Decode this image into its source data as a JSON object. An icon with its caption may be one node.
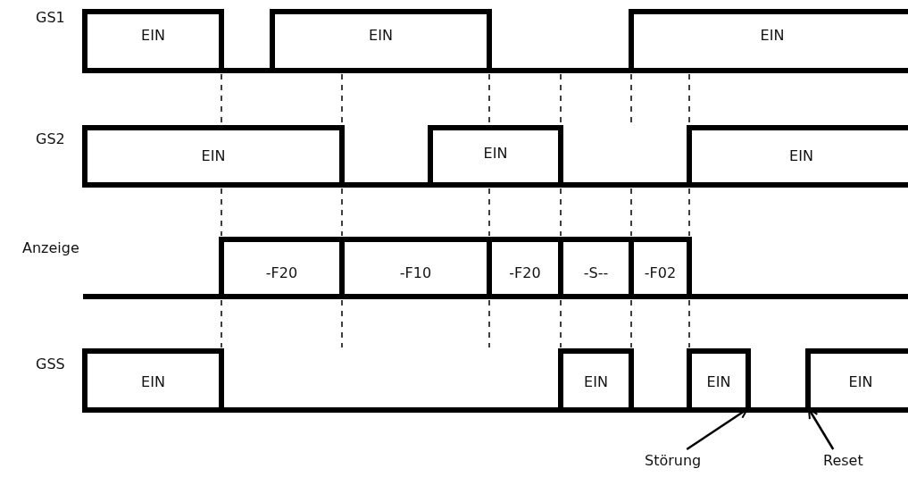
{
  "diagram": {
    "nodes": [
      {
        "text": [
          "EIN"
        ]
      },
      {
        "text": [
          "EIN"
        ]
      },
      {
        "text": [
          "EIN"
        ]
      },
      {
        "text": [
          "EIN"
        ]
      },
      {
        "text": [
          "EIN"
        ]
      },
      {
        "text": [
          "EIN"
        ]
      },
      {
        "text": [
          "-F20"
        ]
      },
      {
        "text": [
          "-F10"
        ]
      },
      {
        "text": [
          "-F20"
        ]
      },
      {
        "text": [
          "-S--"
        ]
      },
      {
        "text": [
          "-F02"
        ]
      },
      {
        "text": [
          "EIN"
        ]
      },
      {
        "text": [
          "EIN"
        ]
      },
      {
        "text": [
          "EIN"
        ]
      },
      {
        "text": [
          "EIN"
        ]
      },
      {
        "text": [
          "Störung"
        ]
      },
      {
        "text": [
          "Reset"
        ]
      }
    ],
    "edges": [
      {
        "from": 15,
        "to": 13,
        "arrow": "to"
      },
      {
        "from": 16,
        "to": 14,
        "arrow": "to"
      }
    ],
    "labels": [
      "GS1",
      "GS2",
      "Anzeige",
      "GSS"
    ]
  }
}
